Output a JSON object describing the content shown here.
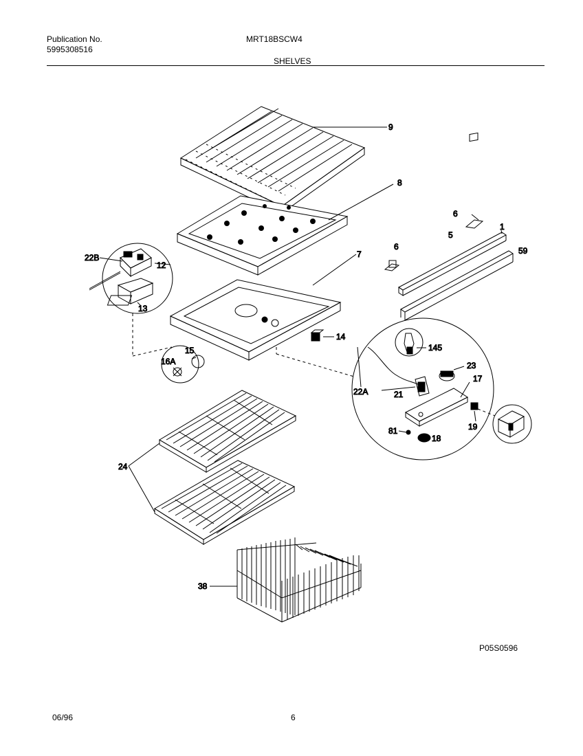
{
  "header": {
    "publication_label": "Publication No.",
    "publication_number": "5995308516",
    "model": "MRT18BSCW4",
    "section": "SHELVES"
  },
  "callouts": [
    "9",
    "8",
    "7",
    "6",
    "5",
    "1",
    "59",
    "6",
    "22B",
    "12",
    "13",
    "14",
    "145",
    "15",
    "16A",
    "22A",
    "23",
    "17",
    "21",
    "19",
    "81",
    "18",
    "24",
    "38"
  ],
  "footer": {
    "figure_code": "P05S0596",
    "date": "06/96",
    "page": "6"
  }
}
